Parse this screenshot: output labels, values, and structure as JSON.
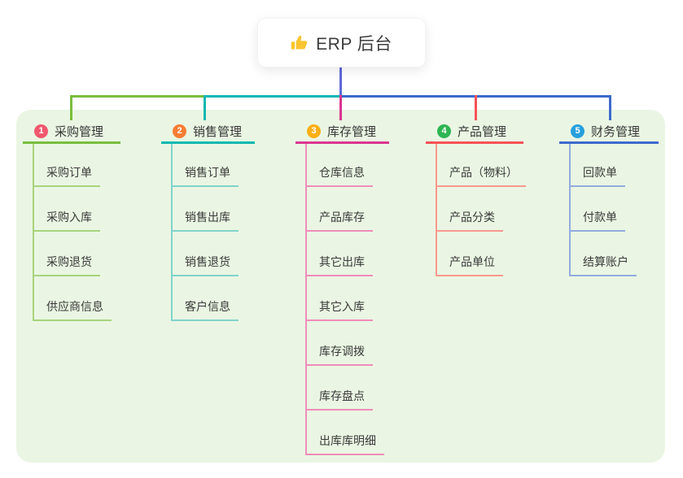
{
  "root": {
    "icon": "thumbs-up",
    "label": "ERP 后台"
  },
  "branches": [
    {
      "number": "1",
      "label": "采购管理",
      "badge_color": "#f1586f",
      "line_color": "#7abe3d",
      "child_line_color": "#a8d37d",
      "children": [
        "采购订单",
        "采购入库",
        "采购退货",
        "供应商信息"
      ]
    },
    {
      "number": "2",
      "label": "销售管理",
      "badge_color": "#f67d33",
      "line_color": "#0db8b0",
      "child_line_color": "#82d3cb",
      "children": [
        "销售订单",
        "销售出库",
        "销售退货",
        "客户信息"
      ]
    },
    {
      "number": "3",
      "label": "库存管理",
      "badge_color": "#fbaf17",
      "line_color": "#db3590",
      "child_line_color": "#f08cba",
      "children": [
        "仓库信息",
        "产品库存",
        "其它出库",
        "其它入库",
        "库存调拨",
        "库存盘点",
        "出库库明细"
      ]
    },
    {
      "number": "4",
      "label": "产品管理",
      "badge_color": "#2eb553",
      "line_color": "#f75257",
      "child_line_color": "#f8998f",
      "children": [
        "产品（物料）",
        "产品分类",
        "产品单位"
      ]
    },
    {
      "number": "5",
      "label": "财务管理",
      "badge_color": "#28a0dc",
      "line_color": "#3c6bcb",
      "child_line_color": "#93abdf",
      "children": [
        "回款单",
        "付款单",
        "结算账户"
      ]
    }
  ],
  "theme": {
    "page_bg": "#ffffff",
    "panel_bg": "#eaf6e3",
    "root_line_color": "#5d68d8",
    "text_color": "#3a3a3a",
    "card_bg": "#ffffff"
  }
}
